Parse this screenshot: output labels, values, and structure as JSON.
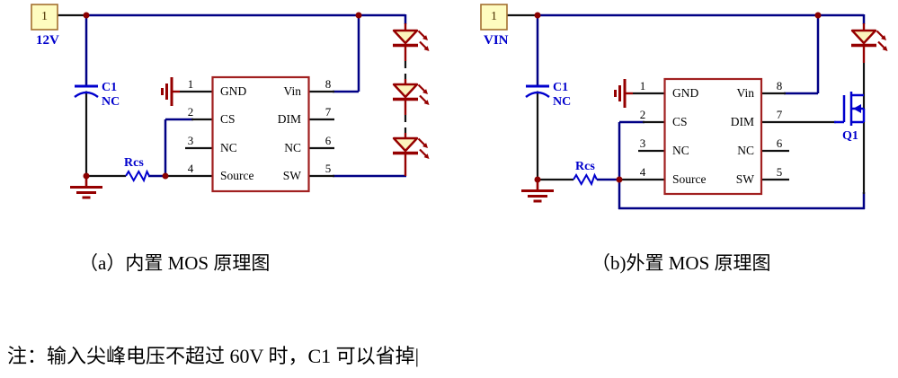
{
  "palette": {
    "wire_blue": "#000085",
    "component_blue": "#0000CD",
    "symbol_dark_red": "#950000",
    "ic_border": "#A12020",
    "port_fill": "#FEFCC0",
    "port_border": "#A3702F",
    "led_fill": "#FBF3BC",
    "label_blue": "#0000CC",
    "text_black": "#000000"
  },
  "circuits": [
    {
      "port": {
        "designator": "1",
        "net": "12V"
      },
      "capacitor": {
        "ref": "C1",
        "value": "NC"
      },
      "resistor": {
        "ref": "Rcs"
      },
      "ic": {
        "left_pins": [
          {
            "num": "1",
            "name": "GND"
          },
          {
            "num": "2",
            "name": "CS"
          },
          {
            "num": "3",
            "name": "NC"
          },
          {
            "num": "4",
            "name": "Source"
          }
        ],
        "right_pins": [
          {
            "num": "8",
            "name": "Vin"
          },
          {
            "num": "7",
            "name": "DIM"
          },
          {
            "num": "6",
            "name": "NC"
          },
          {
            "num": "5",
            "name": "SW"
          }
        ]
      },
      "led_count": 3,
      "caption": "（a）内置 MOS 原理图"
    },
    {
      "port": {
        "designator": "1",
        "net": "VIN"
      },
      "capacitor": {
        "ref": "C1",
        "value": "NC"
      },
      "resistor": {
        "ref": "Rcs"
      },
      "mosfet": {
        "ref": "Q1"
      },
      "ic": {
        "left_pins": [
          {
            "num": "1",
            "name": "GND"
          },
          {
            "num": "2",
            "name": "CS"
          },
          {
            "num": "3",
            "name": "NC"
          },
          {
            "num": "4",
            "name": "Source"
          }
        ],
        "right_pins": [
          {
            "num": "8",
            "name": "Vin"
          },
          {
            "num": "7",
            "name": "DIM"
          },
          {
            "num": "6",
            "name": "NC"
          },
          {
            "num": "5",
            "name": "SW"
          }
        ]
      },
      "led_count": 1,
      "caption": "（b)外置 MOS 原理图"
    }
  ],
  "note": {
    "text": "注：输入尖峰电压不超过 60V 时，C1 可以省掉",
    "cursor": "|"
  }
}
